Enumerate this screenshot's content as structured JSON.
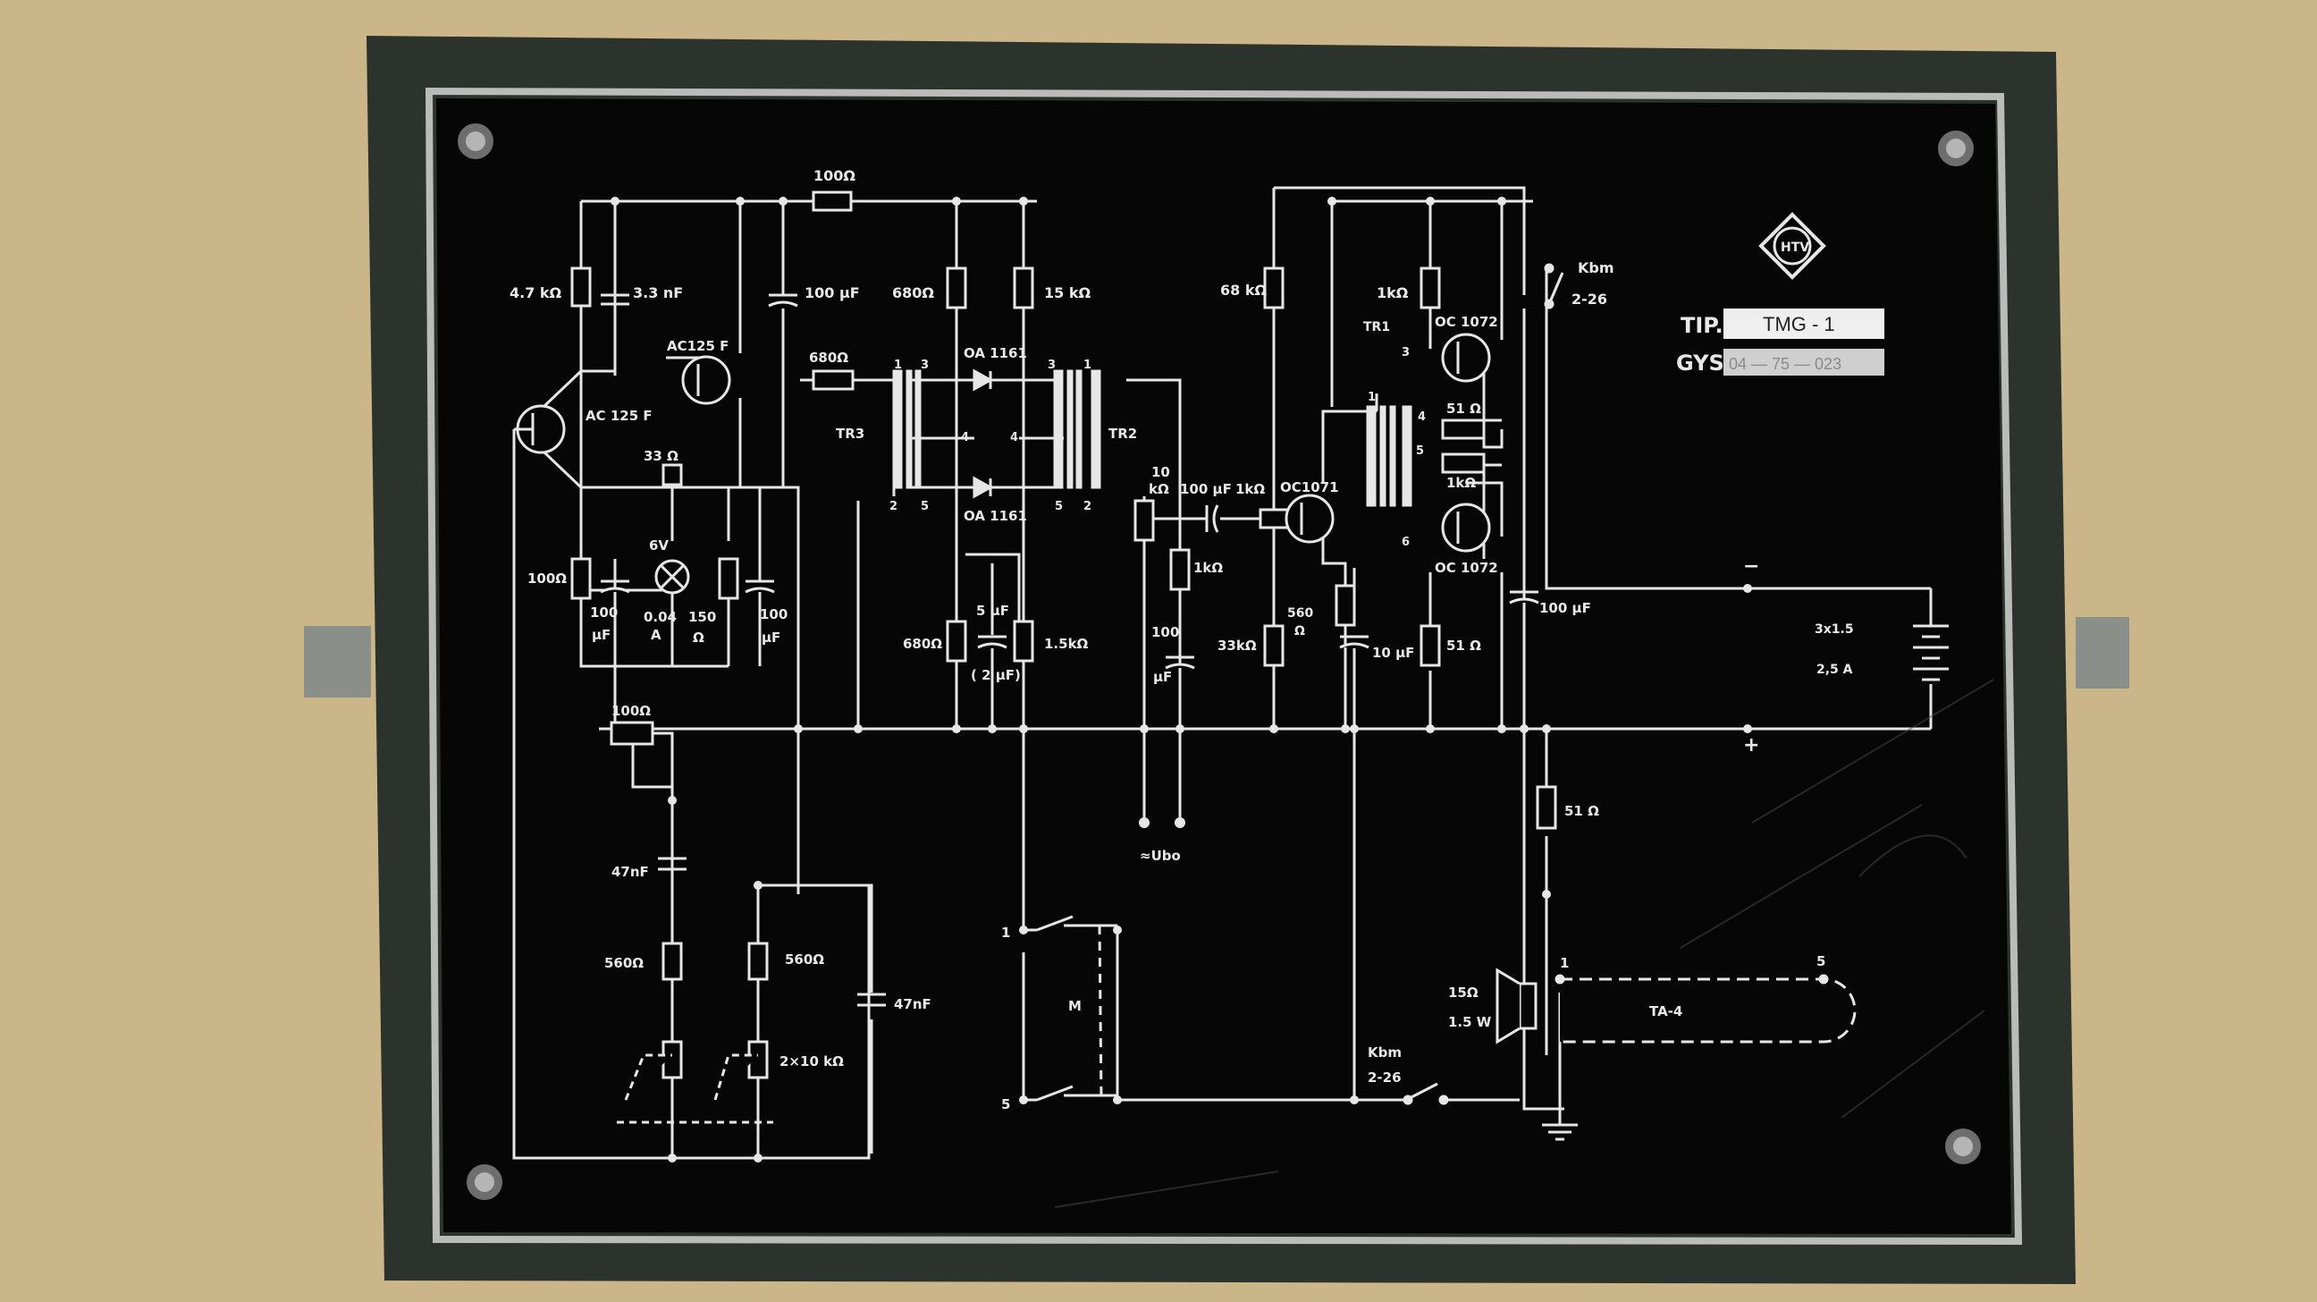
{
  "plate": {
    "tip_label": "TIP.",
    "tip_value": "TMG - 1",
    "gysz_label": "GYSZ",
    "gysz_value": "04 — 75 — 023",
    "logo_text": "HTV"
  },
  "components": {
    "r_top_100": "100Ω",
    "r_47k": "4.7 kΩ",
    "c_33n": "3.3 nF",
    "c_100u_top": "100 μF",
    "r_680_top": "680Ω",
    "r_15k": "15 kΩ",
    "r_68k": "68 kΩ",
    "r_1k_top": "1kΩ",
    "switch_kbm_top": "Kbm",
    "switch_kbm_top_num": "2-26",
    "t_ac125f_a": "AC125 F",
    "t_ac125f_b": "AC 125 F",
    "r_680_mid": "680Ω",
    "d_oa1161_top": "OA 1161",
    "d_oa1161_bot": "OA 1161",
    "tr3": "TR3",
    "tr2": "TR2",
    "tr1": "TR1",
    "t_oc1072_top": "OC 1072",
    "t_oc1072_bot": "OC 1072",
    "r_51_top": "51 Ω",
    "r_1k_mid": "1kΩ",
    "r_33": "33 Ω",
    "lamp_6v": "6V",
    "lamp_004": "0.04",
    "lamp_a": "A",
    "r_100_left": "100Ω",
    "c_100u_left_a": "100",
    "c_100u_left_b": "μF",
    "r_150_a": "150",
    "r_150_b": "Ω",
    "c_100u_mid_a": "100",
    "c_100u_mid_b": "μF",
    "r_10k_a": "10",
    "r_10k_b": "kΩ",
    "c_100u_in": "100 μF",
    "r_1k_in": "1kΩ",
    "t_oc1071": "OC1071",
    "r_1k_low": "1kΩ",
    "c_5u": "5 μF",
    "c_2u": "( 2 μF)",
    "r_680_low": "680Ω",
    "r_15k_low": "1.5kΩ",
    "c_100u_low_a": "100",
    "c_100u_low_b": "μF",
    "r_33k": "33kΩ",
    "r_560_a": "560",
    "r_560_b": "Ω",
    "c_10u": "10 μF",
    "r_51_low": "51 Ω",
    "c_100u_out": "100 μF",
    "minus": "−",
    "plus": "+",
    "battery_a": "3x1.5",
    "battery_b": "2,5 A",
    "r_100_pot": "100Ω",
    "ubo": "≈Ubo",
    "r_51_out": "51 Ω",
    "c_47n_a": "47nF",
    "c_47n_b": "47nF",
    "r_560_l": "560Ω",
    "r_560_r": "560Ω",
    "pot_2x10k": "2×10 kΩ",
    "sw_m_1": "1",
    "sw_m_5": "5",
    "sw_m": "M",
    "spk_15": "15Ω",
    "spk_15w": "1.5 W",
    "kbm_low": "Kbm",
    "kbm_low_num": "2-26",
    "ta4": "TA-4",
    "ta4_1": "1",
    "ta4_5": "5",
    "pin1": "1",
    "pin2": "2",
    "pin3": "3",
    "pin4": "4",
    "pin5": "5",
    "pin6": "6"
  }
}
